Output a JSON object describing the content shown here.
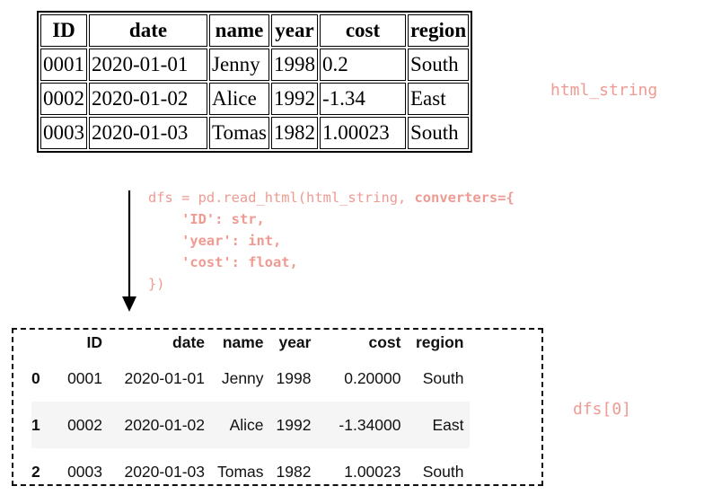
{
  "html_table": {
    "columns": [
      "ID",
      "date",
      "name",
      "year",
      "cost",
      "region"
    ],
    "rows": [
      [
        "0001",
        "2020-01-01",
        "Jenny",
        "1998",
        "0.2",
        "South"
      ],
      [
        "0002",
        "2020-01-02",
        "Alice",
        "1992",
        "-1.34",
        "East"
      ],
      [
        "0003",
        "2020-01-03",
        "Tomas",
        "1982",
        "1.00023",
        "South"
      ]
    ],
    "label": "html_string"
  },
  "code": {
    "line1_pre": "dfs = pd.read_html(html_string, ",
    "line1_kw": "converters={",
    "line2": "'ID': str,",
    "line3": "'year': int,",
    "line4": "'cost': float,",
    "line5": "})"
  },
  "dataframe": {
    "columns": [
      "ID",
      "date",
      "name",
      "year",
      "cost",
      "region"
    ],
    "index": [
      "0",
      "1",
      "2"
    ],
    "rows": [
      [
        "0001",
        "2020-01-01",
        "Jenny",
        "1998",
        "0.20000",
        "South"
      ],
      [
        "0002",
        "2020-01-02",
        "Alice",
        "1992",
        "-1.34000",
        "East"
      ],
      [
        "0003",
        "2020-01-03",
        "Tomas",
        "1982",
        "1.00023",
        "South"
      ]
    ],
    "label": "dfs[0]"
  }
}
